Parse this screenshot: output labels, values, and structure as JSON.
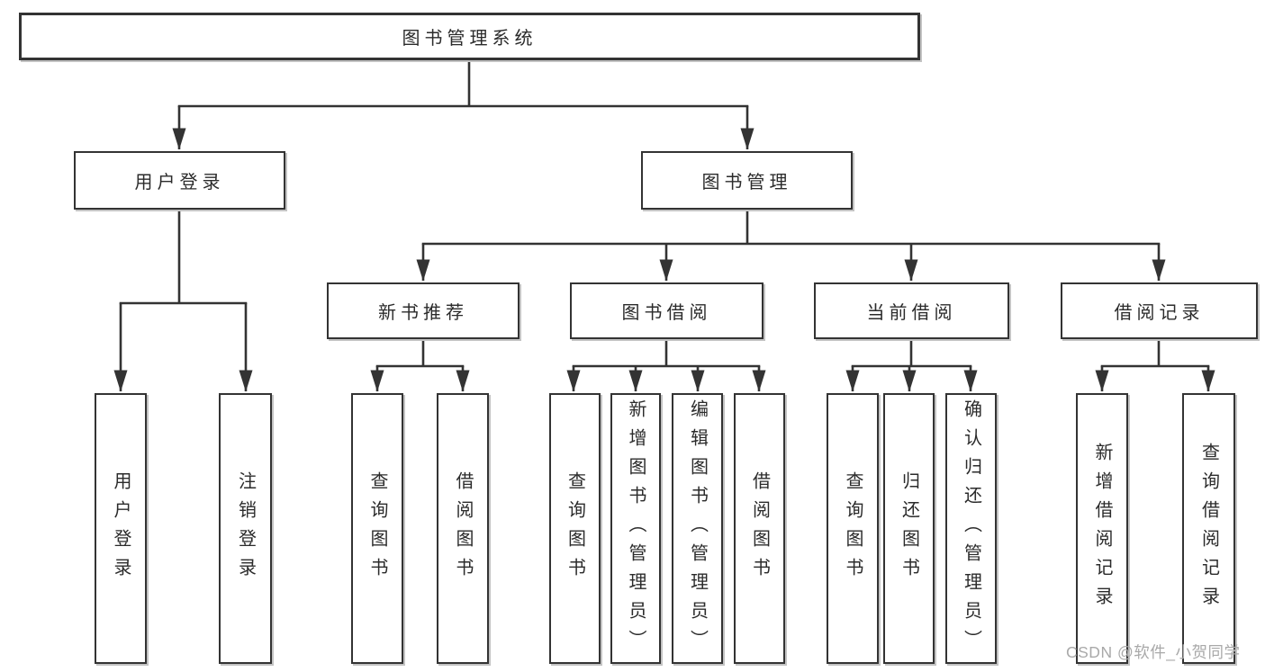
{
  "title": "图书管理系统",
  "tree": {
    "label": "图书管理系统",
    "children": [
      {
        "label": "用户登录",
        "children": [
          {
            "label": "用户登录"
          },
          {
            "label": "注销登录"
          }
        ]
      },
      {
        "label": "图书管理",
        "children": [
          {
            "label": "新书推荐",
            "children": [
              {
                "label": "查询图书"
              },
              {
                "label": "借阅图书"
              }
            ]
          },
          {
            "label": "图书借阅",
            "children": [
              {
                "label": "查询图书"
              },
              {
                "label": "新增图书（管理员）"
              },
              {
                "label": "编辑图书（管理员）"
              },
              {
                "label": "借阅图书"
              }
            ]
          },
          {
            "label": "当前借阅",
            "children": [
              {
                "label": "查询图书"
              },
              {
                "label": "归还图书"
              },
              {
                "label": "确认归还（管理员）"
              }
            ]
          },
          {
            "label": "借阅记录",
            "children": [
              {
                "label": "新增借阅记录"
              },
              {
                "label": "查询借阅记录"
              }
            ]
          }
        ]
      }
    ]
  },
  "watermark": "CSDN @软件_小贺同学",
  "colors": {
    "line": "#333333",
    "box_border": "#333333",
    "box_fill": "#ffffff",
    "text": "#2b2b2b",
    "watermark": "#a9a9a9",
    "background": "#ffffff"
  }
}
